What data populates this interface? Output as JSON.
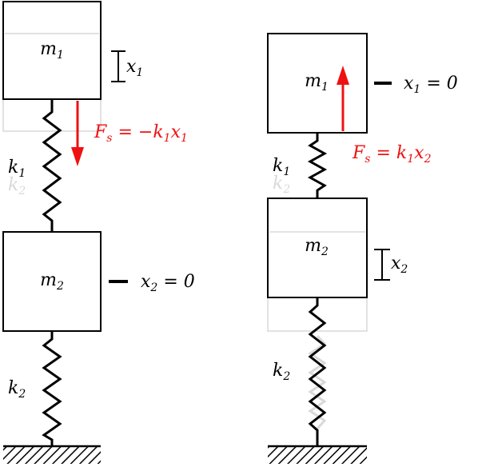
{
  "left": {
    "mass1": "m",
    "mass1_sub": "1",
    "mass2": "m",
    "mass2_sub": "2",
    "spring1": "k",
    "spring1_sub": "1",
    "spring1_ghost": "k",
    "spring1_ghost_sub": "2",
    "spring2": "k",
    "spring2_sub": "2",
    "disp1": "x",
    "disp1_sub": "1",
    "eq2_var": "x",
    "eq2_sub": "2",
    "eq2_rest": " = 0",
    "force": {
      "F": "F",
      "sub": "s",
      "eq": " = −",
      "k": "k",
      "k_sub": "1",
      "x": "x",
      "x_sub": "1"
    }
  },
  "right": {
    "mass1": "m",
    "mass1_sub": "1",
    "mass2": "m",
    "mass2_sub": "2",
    "spring1": "k",
    "spring1_sub": "1",
    "spring1_ghost": "k",
    "spring1_ghost_sub": "2",
    "spring2": "k",
    "spring2_sub": "2",
    "eq1_var": "x",
    "eq1_sub": "1",
    "eq1_rest": " = 0",
    "disp2": "x",
    "disp2_sub": "2",
    "force": {
      "F": "F",
      "sub": "s",
      "eq": " = ",
      "k": "k",
      "k_sub": "1",
      "x": "x",
      "x_sub": "2"
    }
  },
  "colors": {
    "ink": "#000000",
    "force": "#ee1111",
    "ghost": "#d9d9d9"
  }
}
